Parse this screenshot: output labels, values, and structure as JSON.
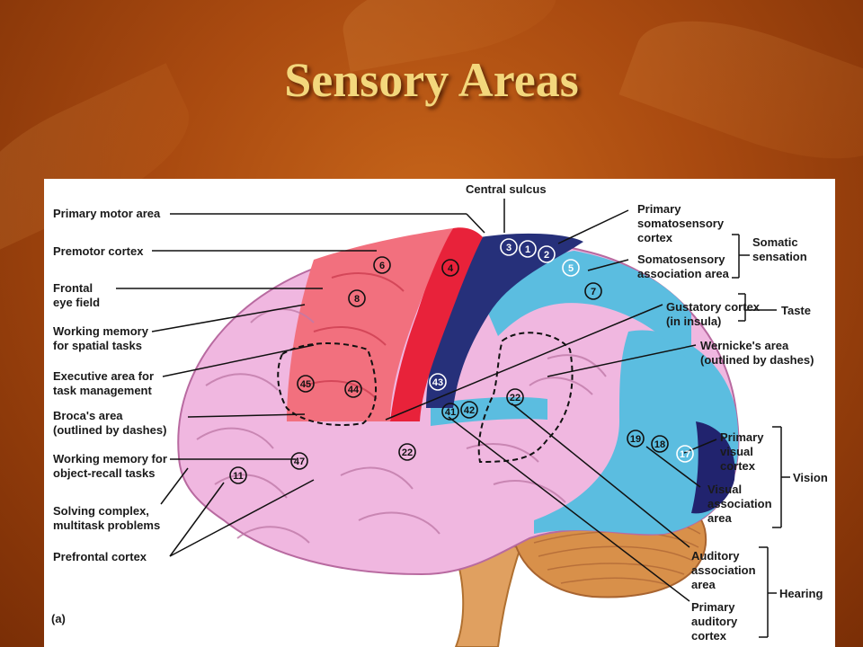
{
  "slide": {
    "title": "Sensory Areas"
  },
  "figure": {
    "panel_label": "(a)",
    "left_labels": [
      "Primary motor area",
      "Premotor cortex",
      "Frontal\neye field",
      "Working memory\nfor spatial tasks",
      "Executive area for\ntask management",
      "Broca's area\n(outlined by dashes)",
      "Working memory for\nobject-recall tasks",
      "Solving complex,\nmultitask problems",
      "Prefrontal cortex"
    ],
    "top_label": "Central sulcus",
    "right_labels": [
      "Primary\nsomatosensory\ncortex",
      "Somatosensory\nassociation area",
      "Gustatory cortex\n(in insula)",
      "Wernicke's area\n(outlined by dashes)",
      "Primary\nvisual\ncortex",
      "Visual\nassociation\narea",
      "Auditory\nassociation\narea",
      "Primary\nauditory\ncortex"
    ],
    "group_labels": [
      "Somatic\nsensation",
      "Taste",
      "Vision",
      "Hearing"
    ],
    "brodmann": [
      "3",
      "1",
      "2",
      "5",
      "7",
      "6",
      "4",
      "8",
      "45",
      "44",
      "43",
      "41",
      "42",
      "22",
      "22",
      "47",
      "11",
      "19",
      "18",
      "17"
    ],
    "colors": {
      "motor": "#e8223a",
      "premotor": "#f2707e",
      "somatosensory": "#26307a",
      "somato_assoc": "#5bbde0",
      "association": "#f0b7e0",
      "cerebellum": "#d8904a"
    }
  }
}
